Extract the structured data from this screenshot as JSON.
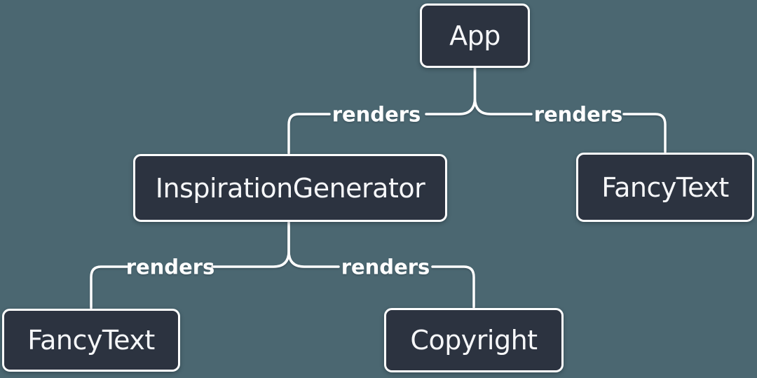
{
  "colors": {
    "background": "#4B6771",
    "node_fill": "#2C3340",
    "node_border": "#FFFFFF",
    "edge_line": "#FFFFFF",
    "text": "#FFFFFF"
  },
  "diagram": {
    "type": "component-render-tree",
    "nodes": [
      {
        "id": "app",
        "label": "App"
      },
      {
        "id": "inspiration-generator",
        "label": "InspirationGenerator"
      },
      {
        "id": "fancy-text-top-right",
        "label": "FancyText"
      },
      {
        "id": "fancy-text-bottom-left",
        "label": "FancyText"
      },
      {
        "id": "copyright",
        "label": "Copyright"
      }
    ],
    "edges": [
      {
        "from": "App",
        "to": "InspirationGenerator",
        "label": "renders"
      },
      {
        "from": "App",
        "to": "FancyText",
        "label": "renders"
      },
      {
        "from": "InspirationGenerator",
        "to": "FancyText",
        "label": "renders"
      },
      {
        "from": "InspirationGenerator",
        "to": "Copyright",
        "label": "renders"
      }
    ]
  }
}
